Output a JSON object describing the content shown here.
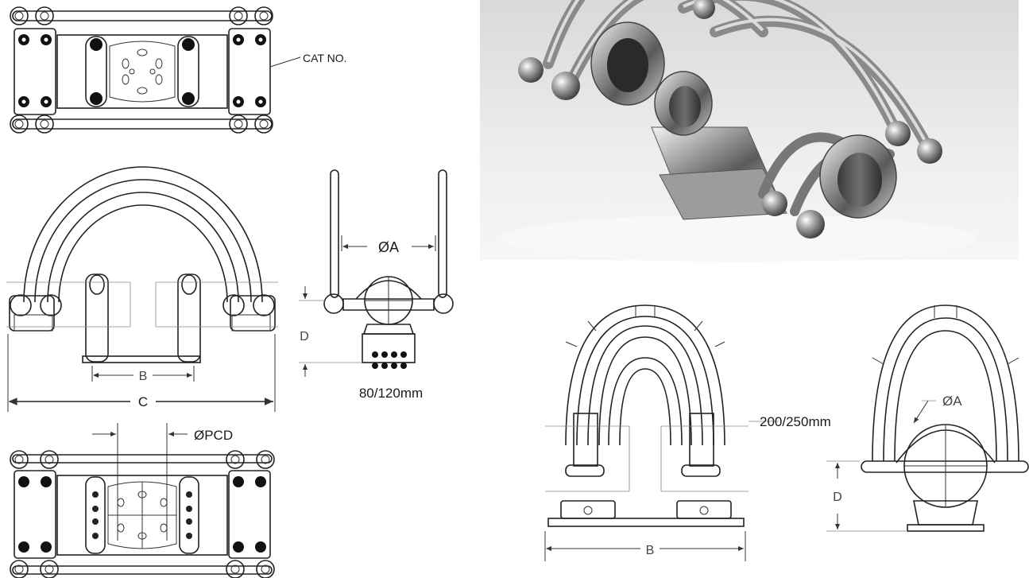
{
  "labels": {
    "cat_no": "CAT NO.",
    "dia_a_side": "ØA",
    "dim_d_side": "D",
    "spacing_small": "80/120mm",
    "dim_b_front": "B",
    "dim_c_front": "C",
    "dia_pcd": "ØPCD",
    "spacing_large": "200/250mm",
    "dia_a_lower": "ØA",
    "dim_d_lower": "D",
    "dim_b_lower": "B"
  }
}
